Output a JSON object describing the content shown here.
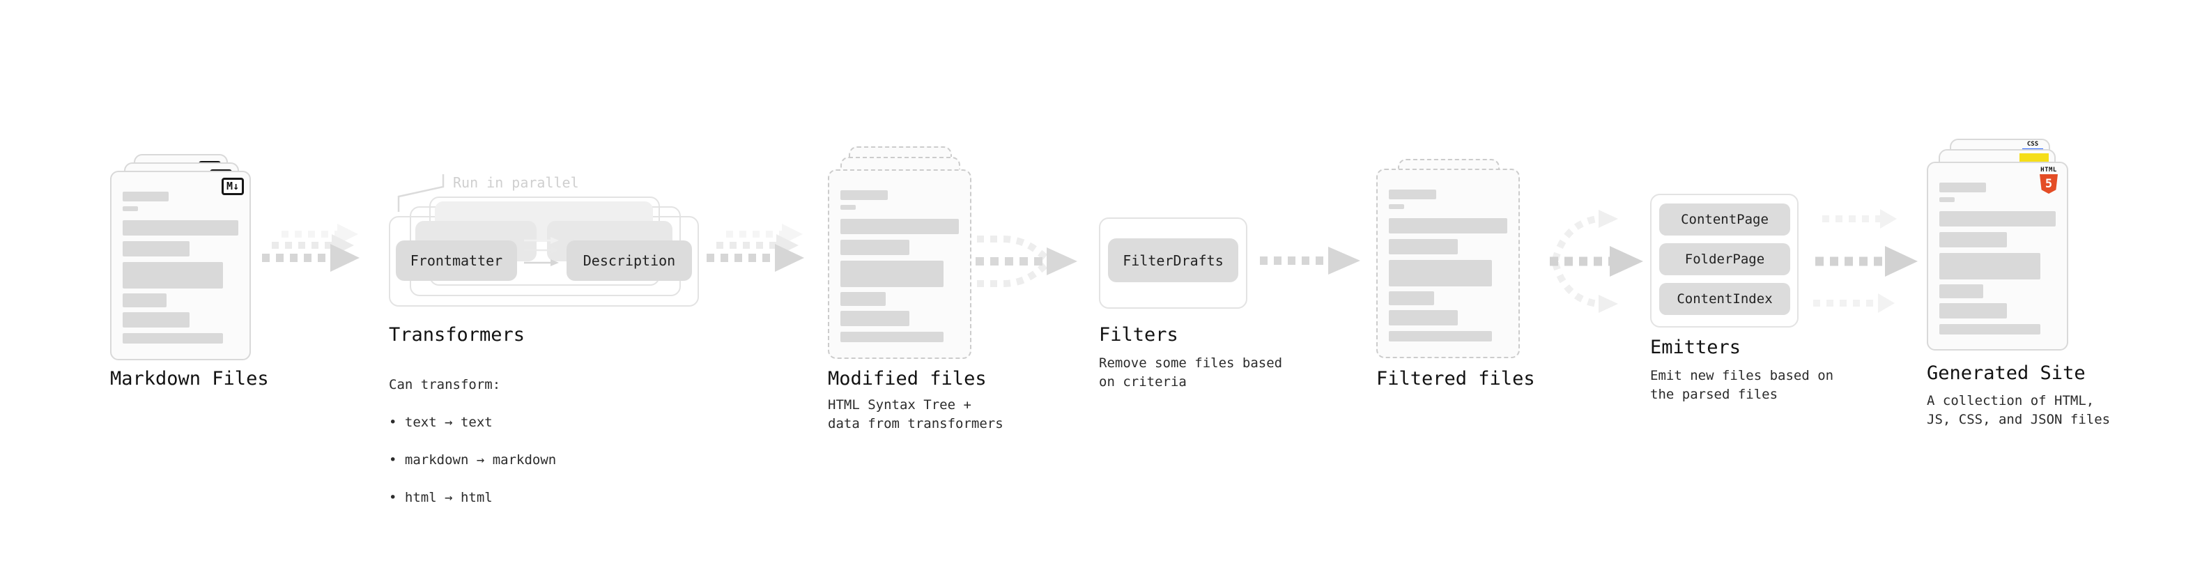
{
  "pipeline": {
    "markdown_files": {
      "label": "Markdown Files"
    },
    "transformers": {
      "label": "Transformers",
      "callout": "Run in parallel",
      "frontmatter_button": "Frontmatter",
      "description_button": "Description",
      "sub_heading": "Can transform:",
      "bullet_char": "•",
      "bullets": [
        "text → text",
        "markdown → markdown",
        "html → html"
      ]
    },
    "modified_files": {
      "label": "Modified files",
      "description": "HTML Syntax Tree +\ndata from transformers"
    },
    "filters": {
      "label": "Filters",
      "filter_button": "FilterDrafts",
      "description": "Remove some files based\non criteria"
    },
    "filtered_files": {
      "label": "Filtered files"
    },
    "emitters": {
      "label": "Emitters",
      "buttons": [
        "ContentPage",
        "FolderPage",
        "ContentIndex"
      ],
      "description": "Emit new files based on\nthe parsed files"
    },
    "generated_site": {
      "label": "Generated Site",
      "description": "A collection of HTML,\nJS, CSS, and JSON files"
    }
  },
  "icons": {
    "markdown_badge": "M↓",
    "css_badge": "CSS",
    "html5_text": "HTML",
    "html5_number": "5"
  },
  "colors": {
    "html5_orange": "#e44d26",
    "js_yellow": "#f5de19",
    "css_blue": "#2962ff",
    "skeleton_gray": "#d9d9d9",
    "button_gray": "#dcdcdc",
    "arrow_gray": "#d6d6d6"
  }
}
